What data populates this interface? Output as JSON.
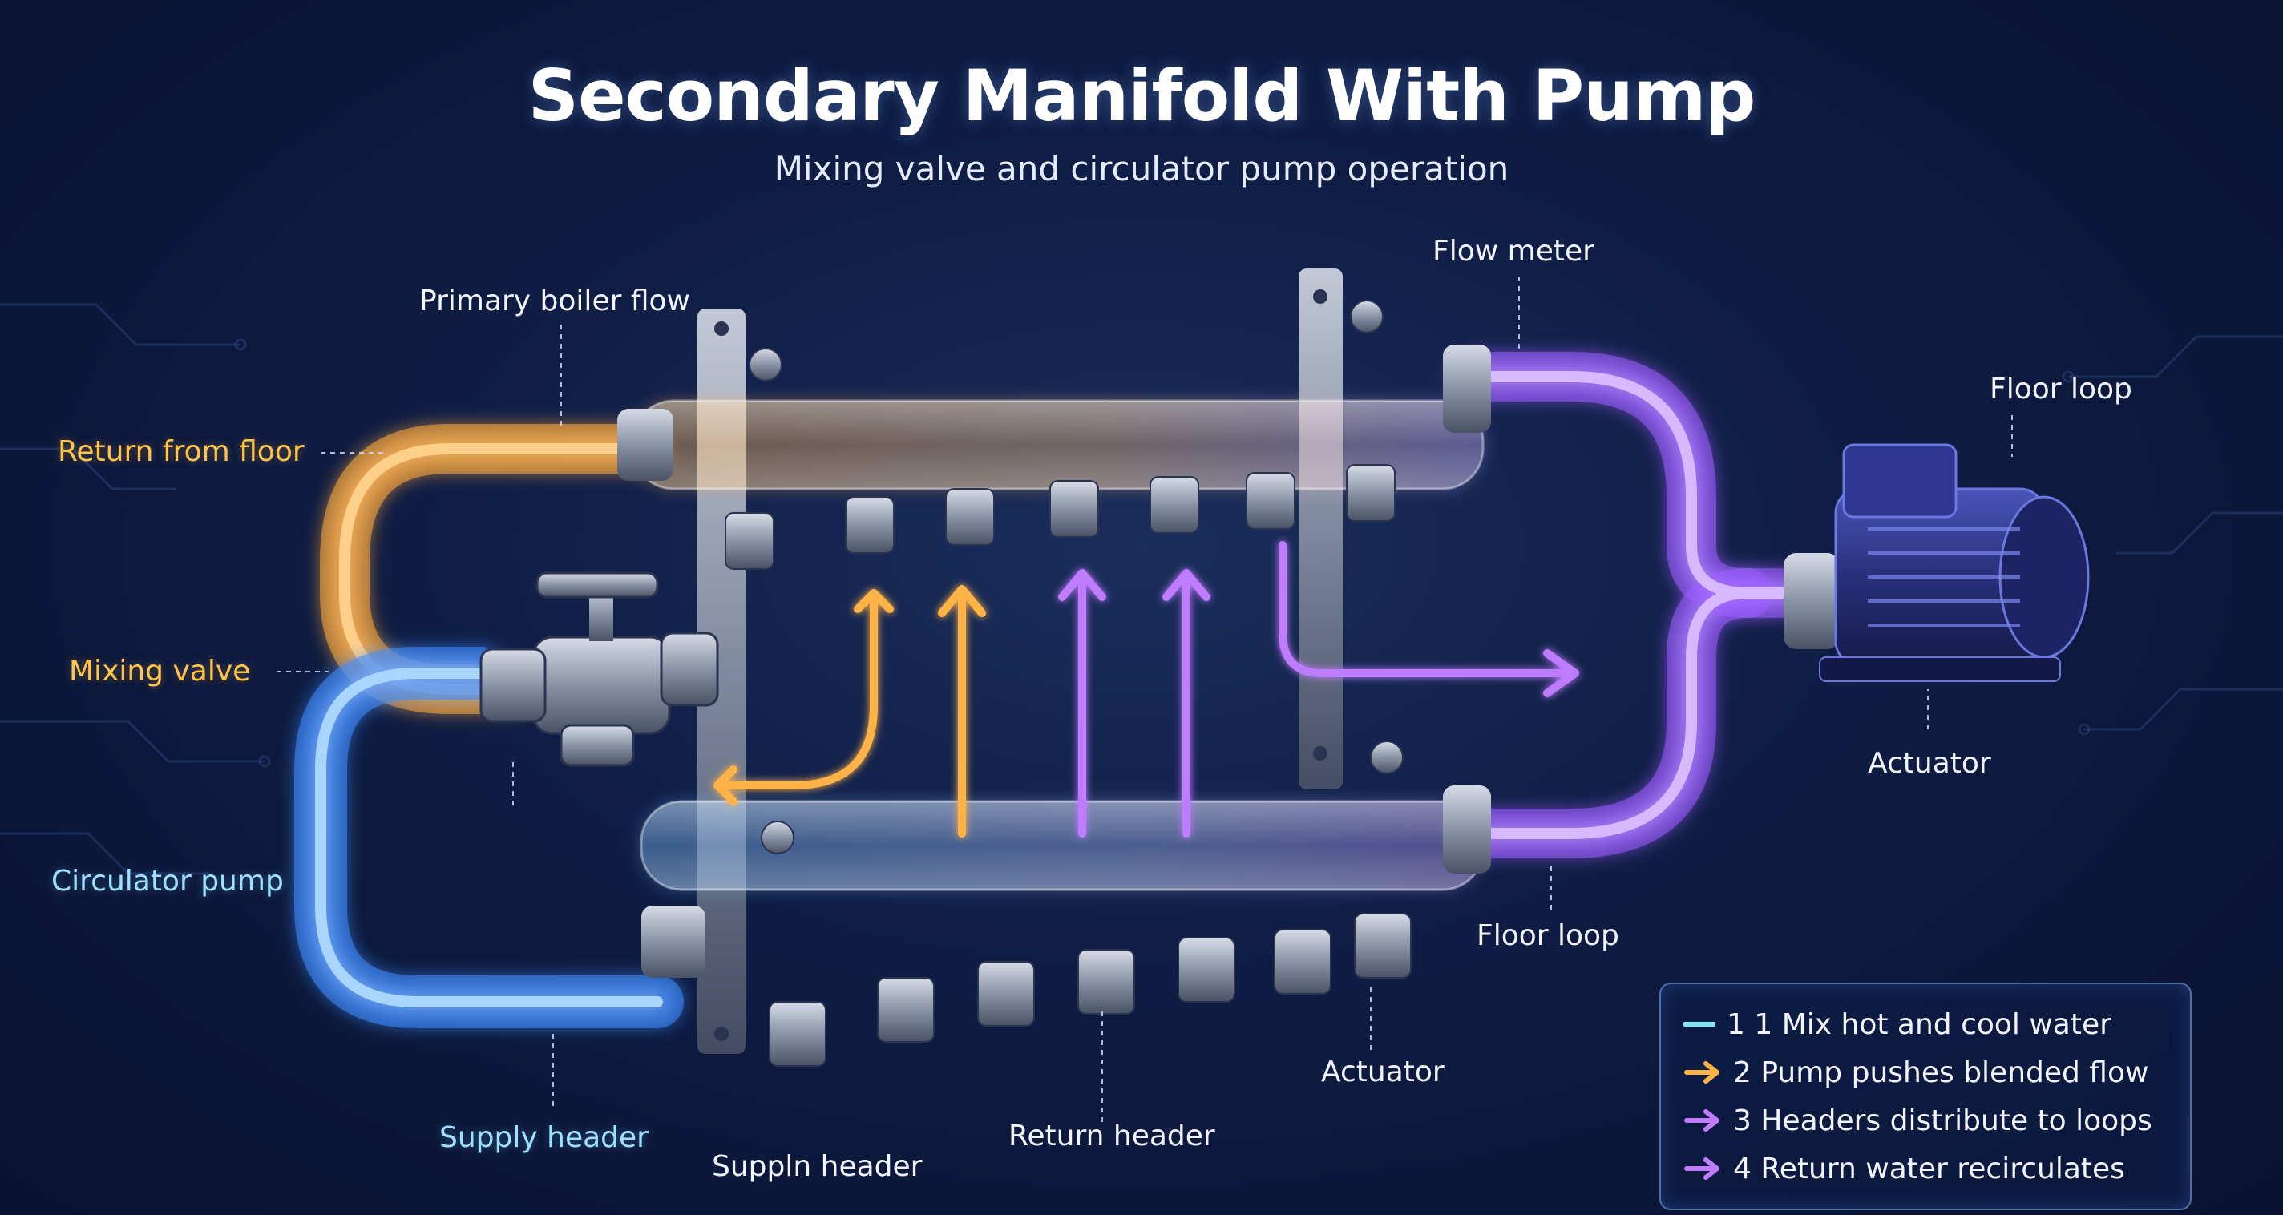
{
  "title": "Secondary Manifold With Pump",
  "subtitle": "Mixing valve and circulator pump operation",
  "labels": {
    "primary_boiler_flow": "Primary boiler flow",
    "return_from_floor": "Return from floor",
    "mixing_valve": "Mixing valve",
    "circulator_pump": "Circulator pump",
    "supply_header_left": "Supply header",
    "suppln_header": "Suppln header",
    "return_header": "Return header",
    "actuator_bottom": "Actuator",
    "floor_loop_bottom": "Floor loop",
    "flow_meter": "Flow meter",
    "floor_loop_top": "Floor loop",
    "actuator_right": "Actuator"
  },
  "legend": [
    {
      "text": "1 1 Mix hot and cool water",
      "color": "#7fe3f2",
      "icon": "line-icon"
    },
    {
      "text": "2 Pump pushes blended flow",
      "color": "#ffb347",
      "icon": "arrow-icon"
    },
    {
      "text": "3 Headers distribute to loops",
      "color": "#c07bff",
      "icon": "arrow-icon"
    },
    {
      "text": "4 Return water recirculates",
      "color": "#c07bff",
      "icon": "arrow-icon"
    }
  ],
  "colors": {
    "hot": "#ffab3d",
    "cool": "#4aa8ff",
    "blended": "#a768ff",
    "background": "#0f1d44"
  }
}
